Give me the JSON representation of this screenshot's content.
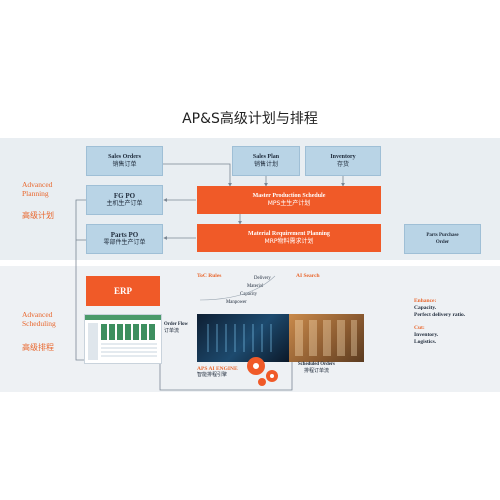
{
  "title": "AP&S高级计划与排程",
  "sections": {
    "planning": {
      "en_line1": "Advanced",
      "en_line2": "Planning",
      "cn": "高级计划"
    },
    "scheduling": {
      "en_line1": "Advanced",
      "en_line2": "Scheduling",
      "cn": "高级排程"
    }
  },
  "boxes": {
    "sales_orders": {
      "en": "Sales Orders",
      "cn": "销售订单"
    },
    "sales_plan": {
      "en": "Sales Plan",
      "cn": "销售计划"
    },
    "inventory": {
      "en": "Inventory",
      "cn": "存货"
    },
    "fg_po": {
      "en": "FG PO",
      "cn": "主机生产订单"
    },
    "mps": {
      "en": "Master Production Schedule",
      "cn": "MPS主生产计划"
    },
    "parts_po": {
      "en": "Parts PO",
      "cn": "零部件生产订单"
    },
    "mrp": {
      "en": "Material Requirement Planning",
      "cn": "MRP物料需求计划"
    },
    "parts_purchase": {
      "en1": "Parts Purchase",
      "en2": "Order"
    },
    "erp": {
      "en": "ERP"
    }
  },
  "scheduling_labels": {
    "toc_rules": "ToC Rules",
    "ai_search": "AI Search",
    "delivery": "Delivery",
    "material": "Material",
    "capacity": "Capacity",
    "manpower": "Manpower",
    "order_flow_en": "Order Flow",
    "order_flow_cn": "订单流",
    "engine_en": "APS AI ENGINE",
    "engine_cn": "智能排程引擎",
    "scheduled_en": "Scheduled Orders",
    "scheduled_cn": "排程订单流"
  },
  "notes": {
    "enhance_head": "Enhance:",
    "enhance_1": "Capacity.",
    "enhance_2": "Perfect delivery ratio.",
    "cut_head": "Cut:",
    "cut_1": "Inventory.",
    "cut_2": "Logistics."
  },
  "colors": {
    "accent": "#f05a28",
    "box_blue": "#b9d4e6",
    "band": "#e9eef2"
  }
}
